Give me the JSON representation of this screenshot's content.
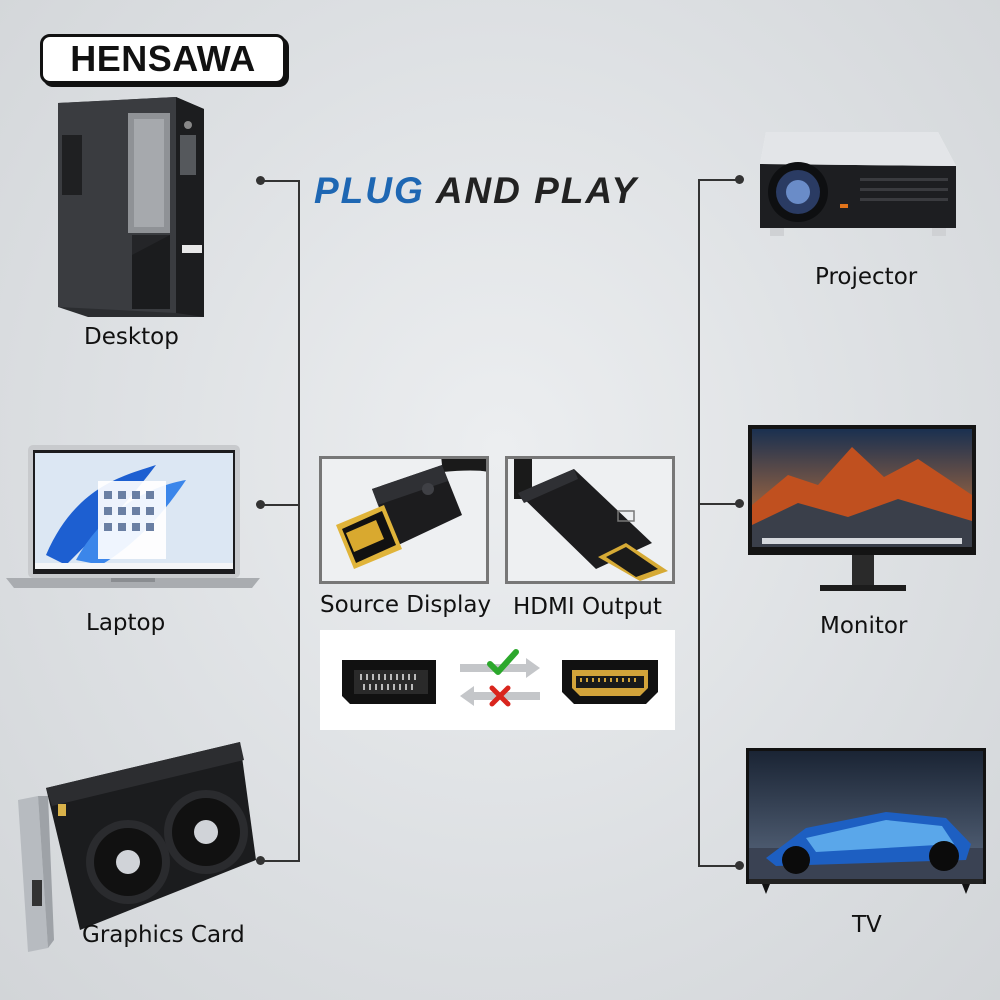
{
  "brand": {
    "name": "HENSAWA"
  },
  "headline": {
    "part1": "PLUG",
    "part2": "AND PLAY"
  },
  "sources": [
    {
      "id": "desktop",
      "label": "Desktop",
      "icon": "desktop-tower-icon"
    },
    {
      "id": "laptop",
      "label": "Laptop",
      "icon": "laptop-icon"
    },
    {
      "id": "graphics",
      "label": "Graphics Card",
      "icon": "graphics-card-icon"
    }
  ],
  "targets": [
    {
      "id": "projector",
      "label": "Projector",
      "icon": "projector-icon"
    },
    {
      "id": "monitor",
      "label": "Monitor",
      "icon": "monitor-icon"
    },
    {
      "id": "tv",
      "label": "TV",
      "icon": "tv-icon"
    }
  ],
  "cable": {
    "source_label": "Source Display",
    "output_label": "HDMI Output"
  },
  "compatibility": {
    "forward": "check-icon",
    "reverse": "cross-icon"
  },
  "colors": {
    "accent": "#1e67b3",
    "check": "#2ca82c",
    "cross": "#d9251d",
    "line": "#333333"
  }
}
